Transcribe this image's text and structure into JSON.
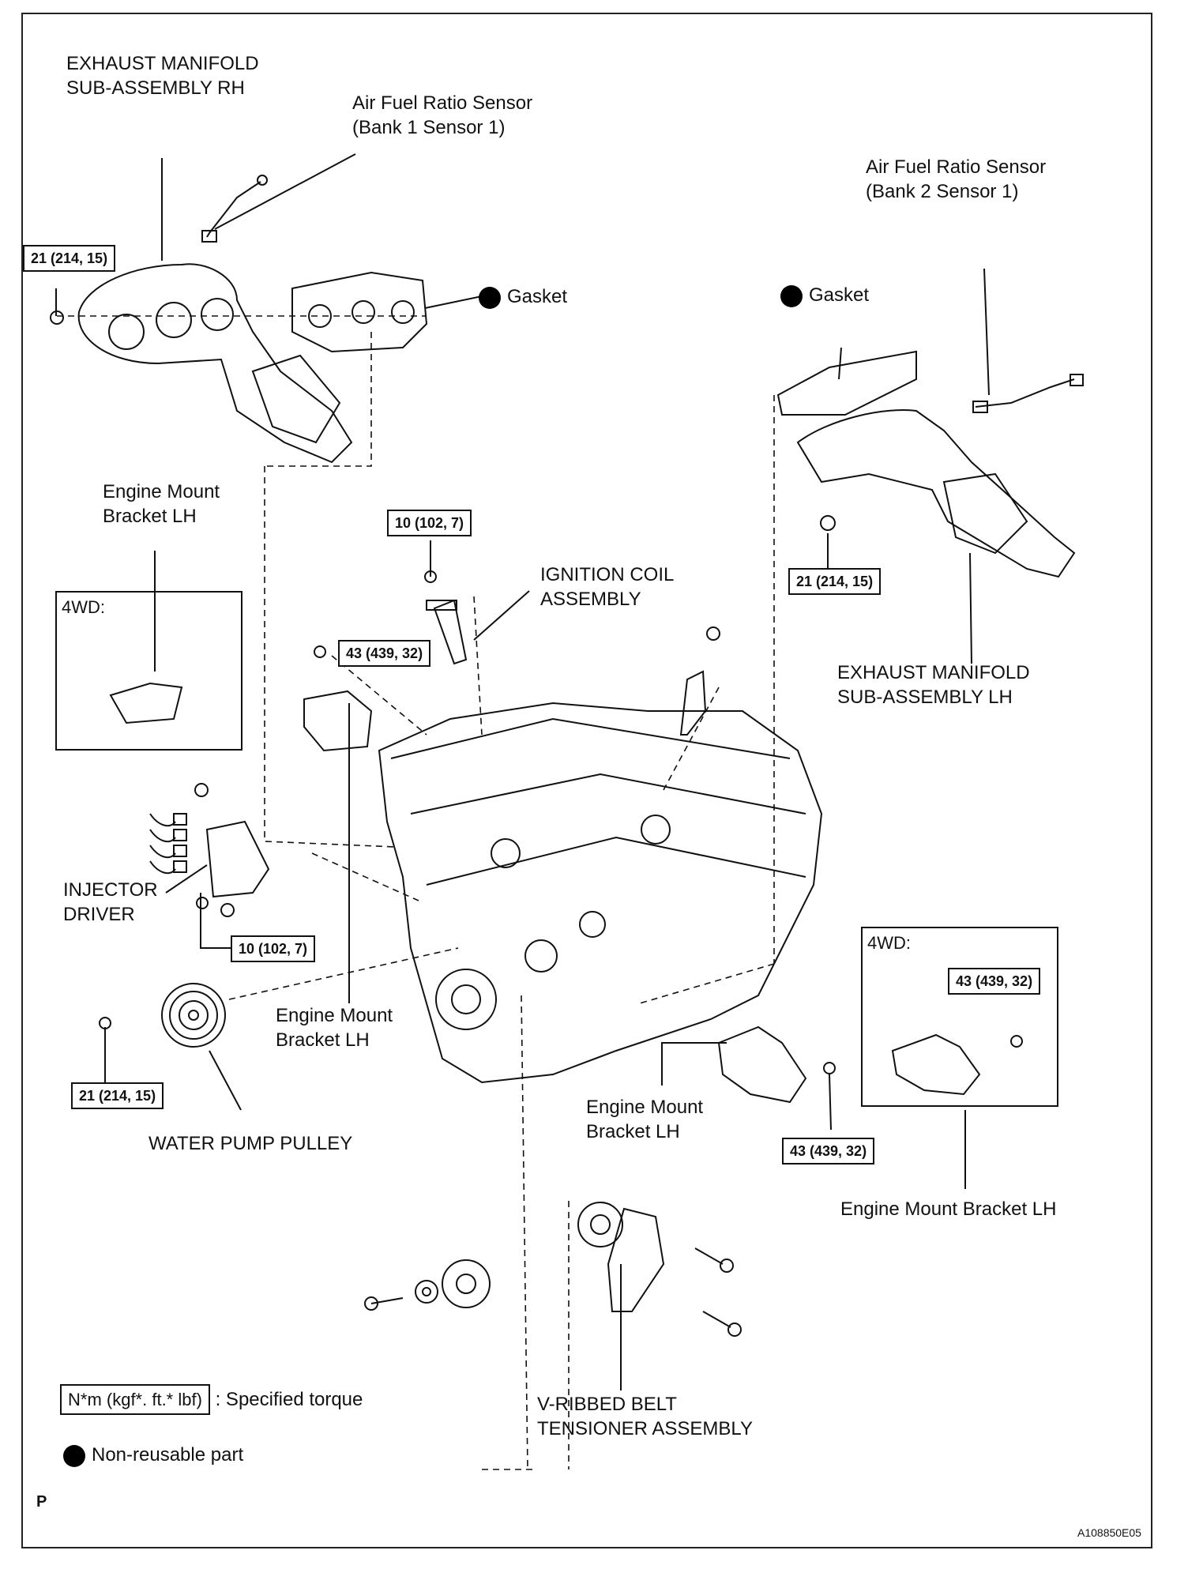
{
  "labels": {
    "exhaust_rh": [
      "EXHAUST MANIFOLD",
      "SUB-ASSEMBLY RH"
    ],
    "af_sensor_b1": [
      "Air Fuel Ratio Sensor",
      "(Bank 1 Sensor 1)"
    ],
    "af_sensor_b2": [
      "Air Fuel Ratio Sensor",
      "(Bank 2 Sensor 1)"
    ],
    "gasket_rh": "Gasket",
    "gasket_lh": "Gasket",
    "mount_bracket_top": [
      "Engine Mount",
      "Bracket LH"
    ],
    "ignition_coil": [
      "IGNITION COIL",
      "ASSEMBLY"
    ],
    "exhaust_lh": [
      "EXHAUST MANIFOLD",
      "SUB-ASSEMBLY LH"
    ],
    "injector_driver": [
      "INJECTOR",
      "DRIVER"
    ],
    "mount_bracket_mid": [
      "Engine Mount",
      "Bracket LH"
    ],
    "water_pump": "WATER PUMP PULLEY",
    "mount_bracket_right": [
      "Engine Mount",
      "Bracket LH"
    ],
    "mount_bracket_far_right": "Engine Mount Bracket LH",
    "tensioner": [
      "V-RIBBED BELT",
      "TENSIONER ASSEMBLY"
    ]
  },
  "torque": {
    "t1": "21 (214, 15)",
    "t2": "10 (102, 7)",
    "t3": "21 (214, 15)",
    "t4": "43 (439, 32)",
    "t5": "10 (102, 7)",
    "t6": "21 (214, 15)",
    "t7": "43 (439, 32)",
    "t8": "43 (439, 32)"
  },
  "boxes": {
    "left_4wd": "4WD:",
    "right_4wd": "4WD:"
  },
  "legend": {
    "torque_unit": "N*m (kgf*. ft.* lbf)",
    "torque_desc": ": Specified torque",
    "nonreusable": "Non-reusable part"
  },
  "corner": {
    "p": "P",
    "figure_id": "A108850E05"
  }
}
